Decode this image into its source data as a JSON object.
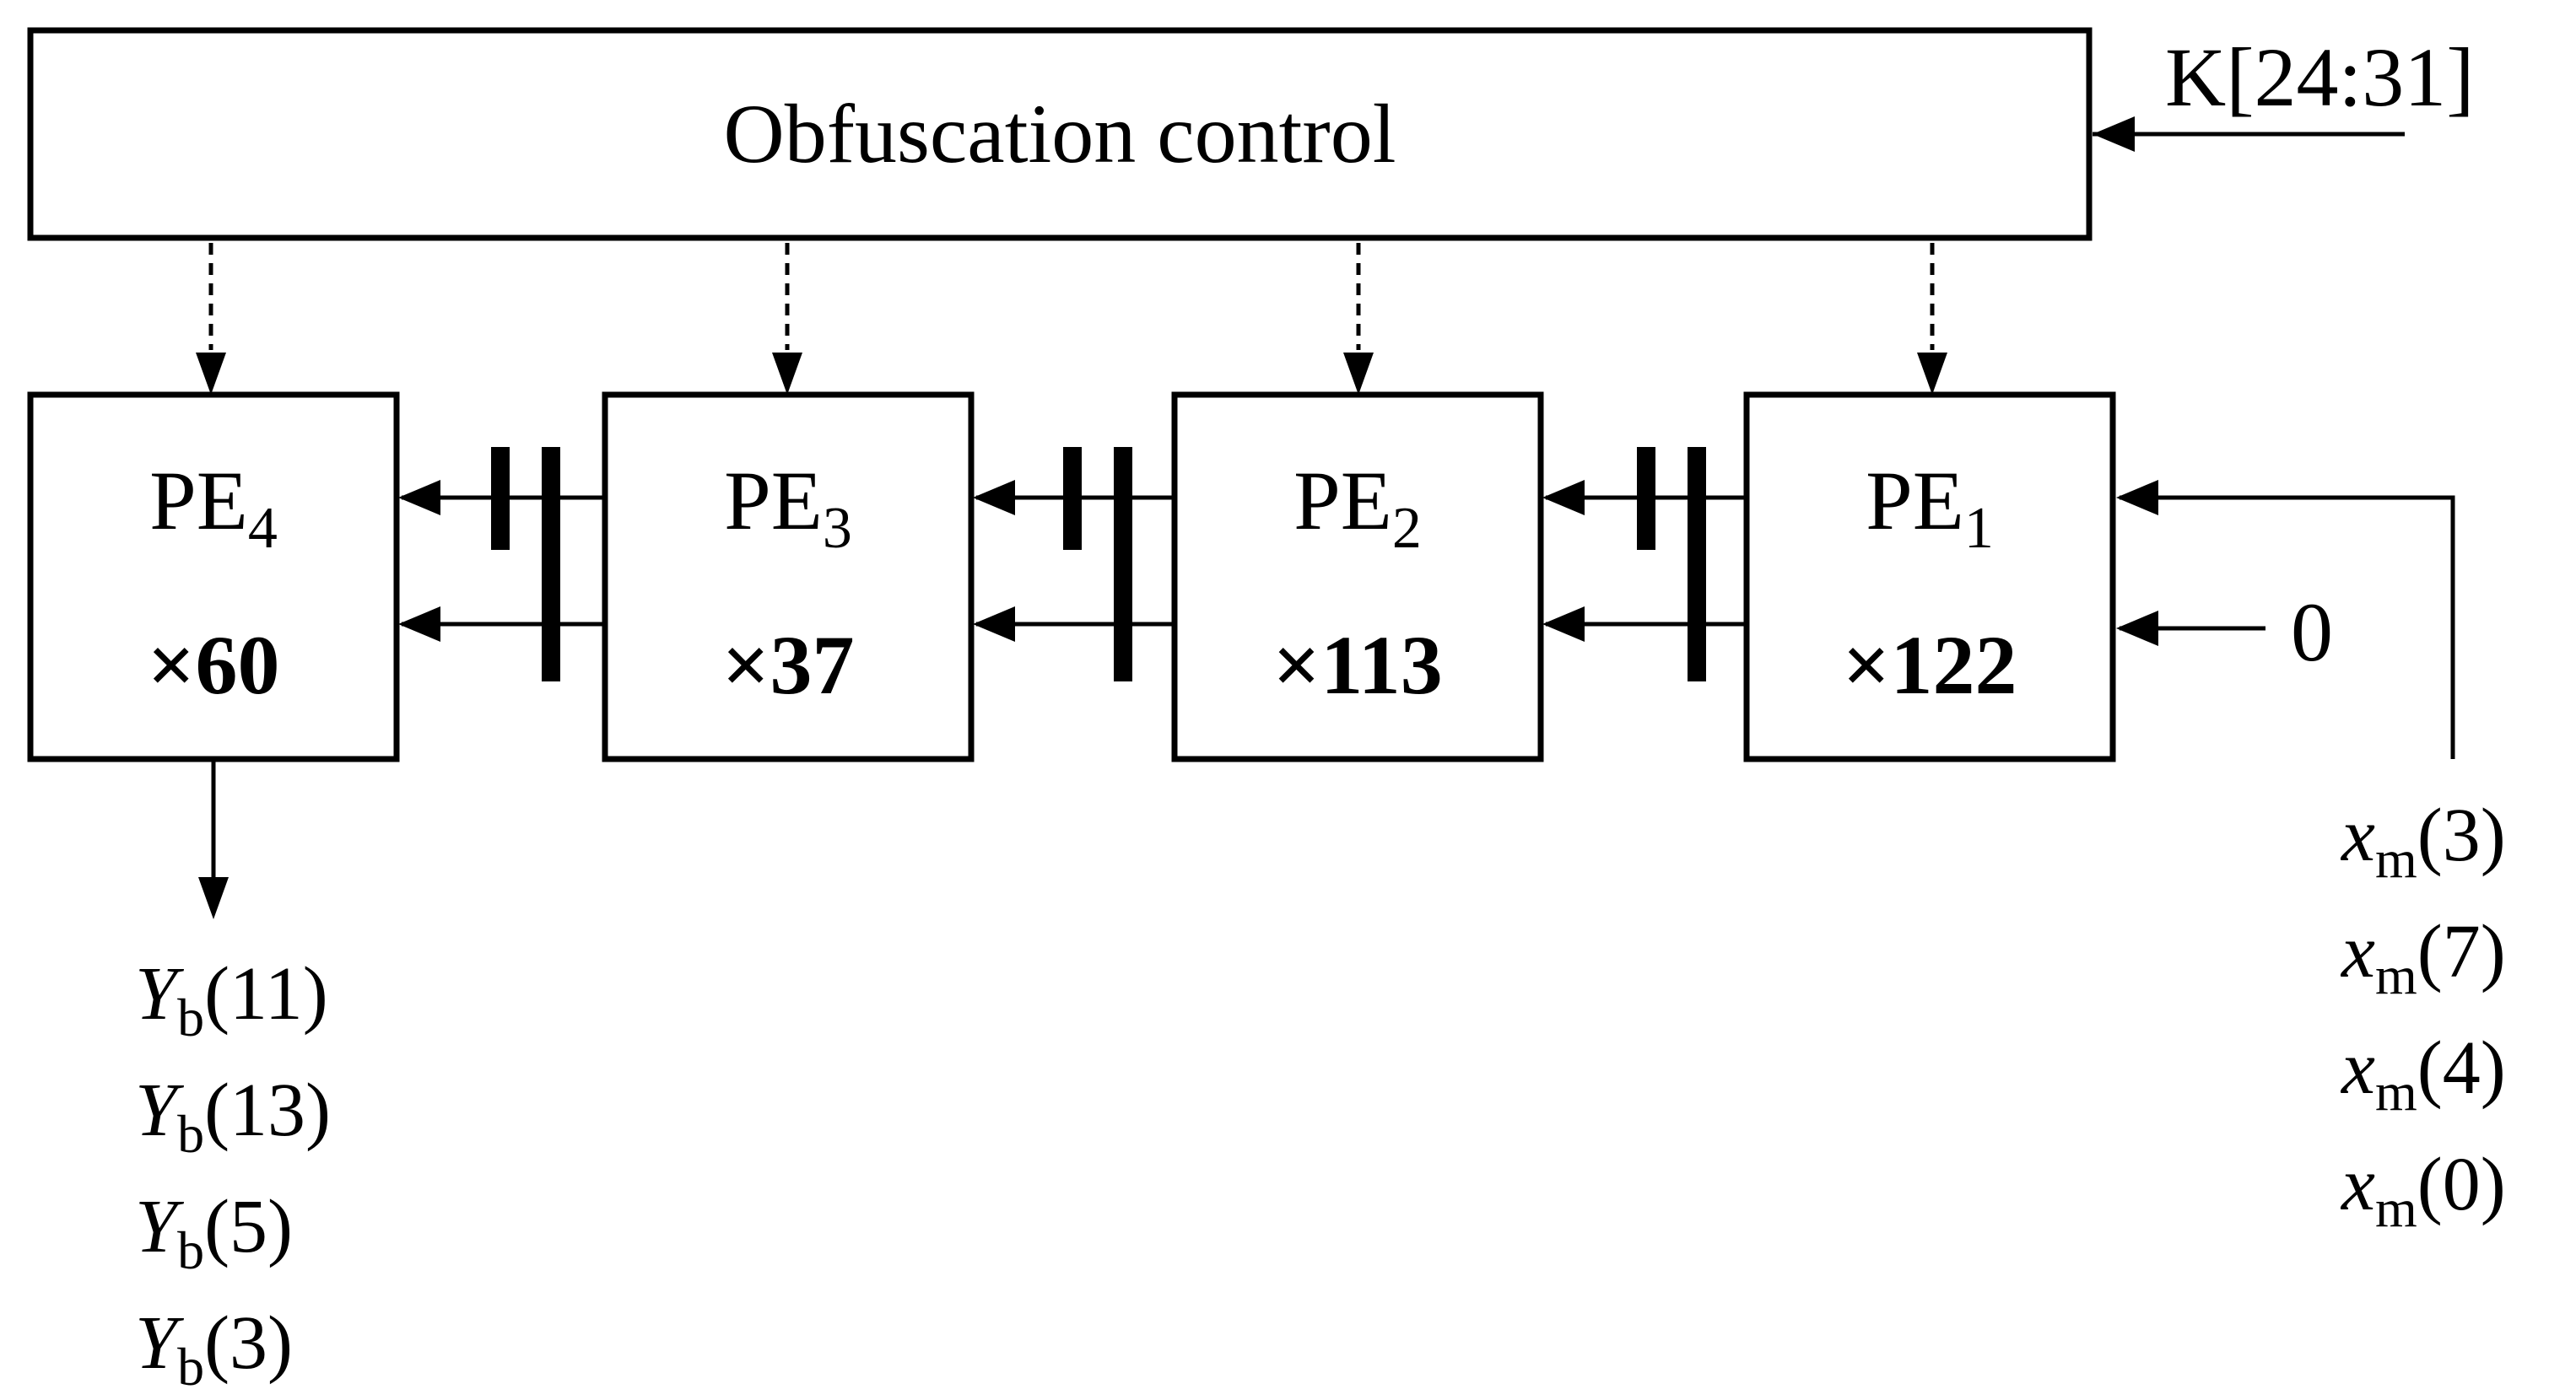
{
  "control": {
    "label": "Obfuscation control",
    "key_input": "K[24:31]"
  },
  "pes": [
    {
      "base": "PE",
      "sub": "4",
      "mult": "×60"
    },
    {
      "base": "PE",
      "sub": "3",
      "mult": "×37"
    },
    {
      "base": "PE",
      "sub": "2",
      "mult": "×113"
    },
    {
      "base": "PE",
      "sub": "1",
      "mult": "×122"
    }
  ],
  "zero_input": "0",
  "inputs": [
    {
      "var": "x",
      "sub": "m",
      "arg": "(3)"
    },
    {
      "var": "x",
      "sub": "m",
      "arg": "(7)"
    },
    {
      "var": "x",
      "sub": "m",
      "arg": "(4)"
    },
    {
      "var": "x",
      "sub": "m",
      "arg": "(0)"
    }
  ],
  "outputs": [
    {
      "var": "Y",
      "sub": "b",
      "arg": "(11)"
    },
    {
      "var": "Y",
      "sub": "b",
      "arg": "(13)"
    },
    {
      "var": "Y",
      "sub": "b",
      "arg": "(5)"
    },
    {
      "var": "Y",
      "sub": "b",
      "arg": "(3)"
    }
  ]
}
